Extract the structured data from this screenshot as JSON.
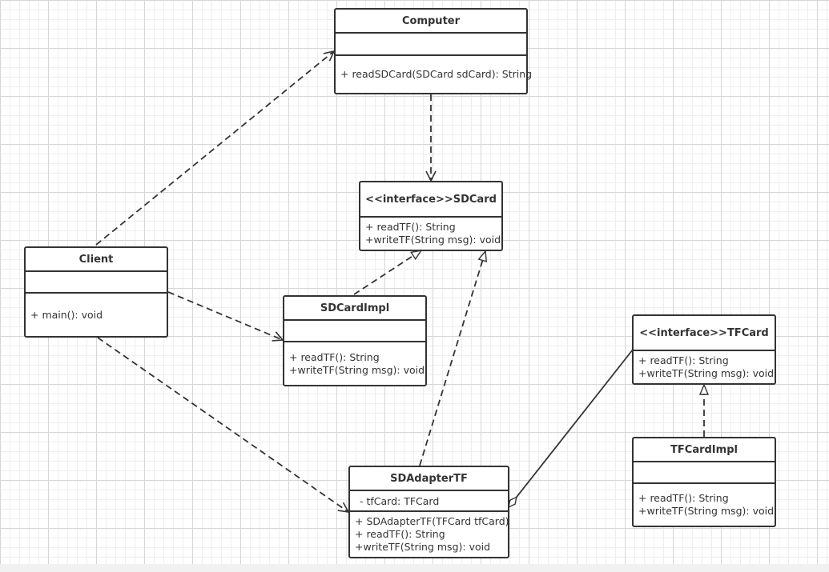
{
  "classes": {
    "computer": {
      "name": "Computer",
      "attributes": [],
      "operations": [
        "+ readSDCard(SDCard sdCard): String"
      ]
    },
    "sdcard": {
      "name": "<<interface>>SDCard",
      "operations": [
        "+ readTF(): String",
        "+writeTF(String msg): void"
      ]
    },
    "client": {
      "name": "Client",
      "attributes": [],
      "operations": [
        "+ main(): void"
      ]
    },
    "sdcardimpl": {
      "name": "SDCardImpl",
      "attributes": [],
      "operations": [
        "+ readTF(): String",
        "+writeTF(String msg): void"
      ]
    },
    "tfcard": {
      "name": "<<interface>>TFCard",
      "operations": [
        "+ readTF(): String",
        "+writeTF(String msg): void"
      ]
    },
    "tfcardimpl": {
      "name": "TFCardImpl",
      "attributes": [],
      "operations": [
        "+ readTF(): String",
        "+writeTF(String msg): void"
      ]
    },
    "sdadaptertf": {
      "name": "SDAdapterTF",
      "attributes": [
        "- tfCard: TFCard"
      ],
      "operations": [
        "+ SDAdapterTF(TFCard tfCard)",
        "+ readTF(): String",
        "+writeTF(String msg): void"
      ]
    }
  },
  "relationships": [
    {
      "from": "client",
      "to": "computer",
      "type": "dependency"
    },
    {
      "from": "client",
      "to": "sdcardimpl",
      "type": "dependency"
    },
    {
      "from": "client",
      "to": "sdadaptertf",
      "type": "dependency"
    },
    {
      "from": "computer",
      "to": "sdcard",
      "type": "dependency"
    },
    {
      "from": "sdcardimpl",
      "to": "sdcard",
      "type": "realization"
    },
    {
      "from": "sdadaptertf",
      "to": "sdcard",
      "type": "realization"
    },
    {
      "from": "tfcardimpl",
      "to": "tfcard",
      "type": "realization"
    },
    {
      "from": "sdadaptertf",
      "to": "tfcard",
      "type": "aggregation"
    }
  ],
  "colors": {
    "line": "#333333",
    "grid_major": "#d6d6d6",
    "grid_minor": "#eeeeee"
  }
}
